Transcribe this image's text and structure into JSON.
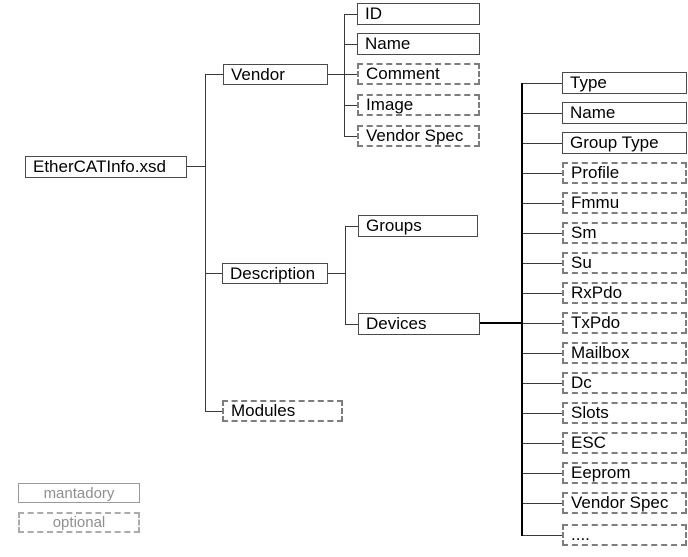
{
  "diagram": {
    "root": {
      "label": "EtherCATInfo.xsd",
      "optional": false
    },
    "vendor": {
      "label": "Vendor",
      "optional": false
    },
    "vendor_children": [
      {
        "label": "ID",
        "optional": false
      },
      {
        "label": "Name",
        "optional": false
      },
      {
        "label": "Comment",
        "optional": true
      },
      {
        "label": "Image",
        "optional": true
      },
      {
        "label": "Vendor Spec",
        "optional": true
      }
    ],
    "description": {
      "label": "Description",
      "optional": false
    },
    "groups": {
      "label": "Groups",
      "optional": false
    },
    "devices": {
      "label": "Devices",
      "optional": false
    },
    "devices_children": [
      {
        "label": "Type",
        "optional": false
      },
      {
        "label": "Name",
        "optional": false
      },
      {
        "label": "Group Type",
        "optional": false
      },
      {
        "label": "Profile",
        "optional": true
      },
      {
        "label": "Fmmu",
        "optional": true
      },
      {
        "label": "Sm",
        "optional": true
      },
      {
        "label": "Su",
        "optional": true
      },
      {
        "label": "RxPdo",
        "optional": true
      },
      {
        "label": "TxPdo",
        "optional": true
      },
      {
        "label": "Mailbox",
        "optional": true
      },
      {
        "label": "Dc",
        "optional": true
      },
      {
        "label": "Slots",
        "optional": true
      },
      {
        "label": "ESC",
        "optional": true
      },
      {
        "label": "Eeprom",
        "optional": true
      },
      {
        "label": "Vendor Spec",
        "optional": true
      },
      {
        "label": "....",
        "optional": true
      }
    ],
    "modules": {
      "label": "Modules",
      "optional": true
    },
    "legend": {
      "mandatory_label": "mantadory",
      "optional_label": "optional"
    },
    "colors": {
      "mandatory_border": "#4a4a4a",
      "optional_border": "#7d7d7d",
      "connector": "#3a3a3a",
      "trunk": "#000000",
      "legend_text": "#8f8f8f",
      "text": "#000000",
      "background": "#ffffff"
    }
  }
}
